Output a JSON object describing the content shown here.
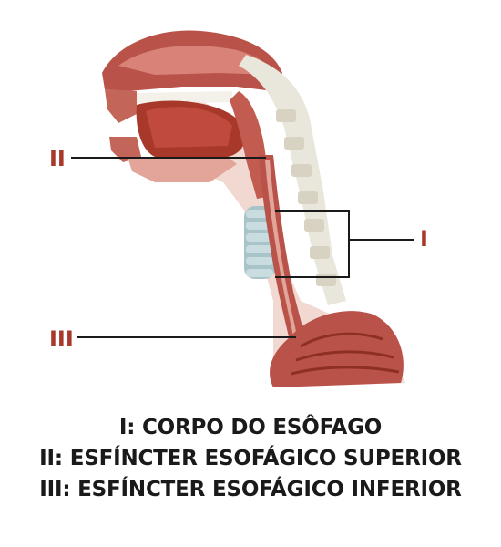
{
  "colors": {
    "marker": "#a8382a",
    "leader": "#1a1a1a",
    "legend": "#1a1a1a",
    "tissue_dark": "#b9534a",
    "tissue_light": "#e3a59a",
    "cartilage": "#c9dde0",
    "bone": "#e9e6dc"
  },
  "markers": {
    "upper_sphincter": "II",
    "body": "I",
    "lower_sphincter": "III"
  },
  "legend": [
    "I: CORPO DO ESÔFAGO",
    "II: ESFÍNCTER ESOFÁGICO SUPERIOR",
    "III: ESFÍNCTER ESOFÁGICO INFERIOR"
  ]
}
